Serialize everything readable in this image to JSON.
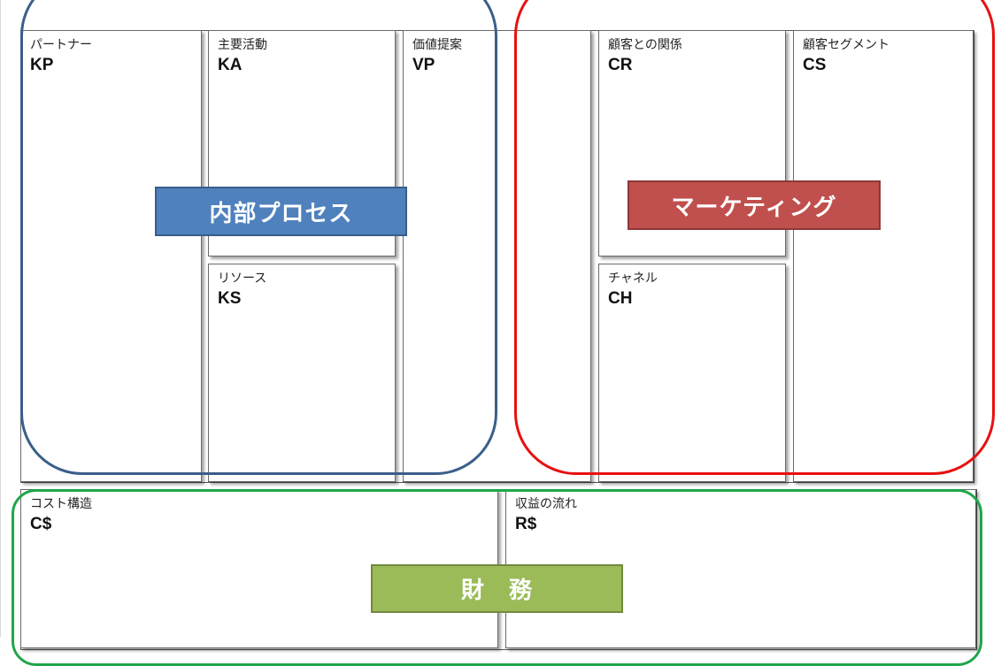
{
  "canvas": {
    "blocks": {
      "kp": {
        "label": "パートナー",
        "code": "KP"
      },
      "ka": {
        "label": "主要活動",
        "code": "KA"
      },
      "vp": {
        "label": "価値提案",
        "code": "VP"
      },
      "cr": {
        "label": "顧客との関係",
        "code": "CR"
      },
      "cs": {
        "label": "顧客セグメント",
        "code": "CS"
      },
      "ks": {
        "label": "リソース",
        "code": "KS"
      },
      "ch": {
        "label": "チャネル",
        "code": "CH"
      },
      "cost": {
        "label": "コスト構造",
        "code": "C$"
      },
      "revenue": {
        "label": "収益の流れ",
        "code": "R$"
      }
    }
  },
  "groups": {
    "internal": {
      "label": "内部プロセス",
      "border_color": "#3a5f8a",
      "fill_color": "#4f81bd"
    },
    "marketing": {
      "label": "マーケティング",
      "border_color": "#e81010",
      "fill_color": "#c0504d"
    },
    "finance": {
      "label": "財　務",
      "border_color": "#1fa64a",
      "fill_color": "#9bbb59"
    }
  }
}
